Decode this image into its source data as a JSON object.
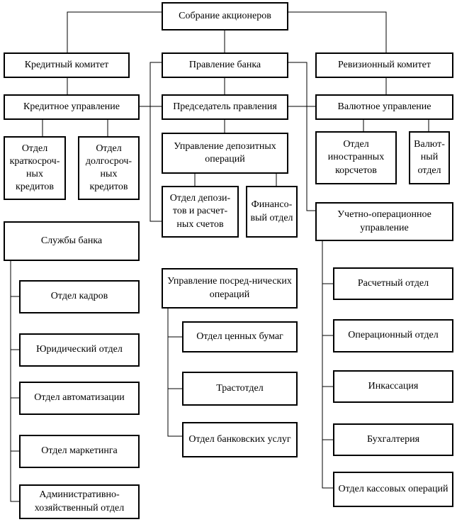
{
  "nodes": {
    "shareholders": "Собрание акционеров",
    "credit_committee": "Кредитный комитет",
    "board": "Правление банка",
    "audit_committee": "Ревизионный комитет",
    "credit_dept": "Кредитное управление",
    "chairman": "Председатель правления",
    "currency_dept": "Валютное управление",
    "short_credit": "Отдел краткосроч-ных кредитов",
    "long_credit": "Отдел долгосроч-ных кредитов",
    "deposit_ops": "Управление депозитных операций",
    "foreign_corr": "Отдел иностранных корсчетов",
    "currency_div": "Валют-ный отдел",
    "deposit_div": "Отдел депози-тов и расчет-ных счетов",
    "finance_div": "Финансо-вый отдел",
    "accounting_ops": "Учетно-операционное управление",
    "services": "Службы банка",
    "intermediary": "Управление посред-нических операций",
    "hr": "Отдел кадров",
    "settlement": "Расчетный отдел",
    "securities": "Отдел ценных бумаг",
    "legal": "Юридический отдел",
    "operational": "Операционный отдел",
    "trust": "Трастотдел",
    "automation": "Отдел автоматизации",
    "collection": "Инкассация",
    "bank_services": "Отдел банковских услуг",
    "bookkeeping": "Бухгалтерия",
    "marketing": "Отдел маркетинга",
    "admin": "Административно-хозяйственный отдел",
    "cash_ops": "Отдел кассовых операций"
  }
}
